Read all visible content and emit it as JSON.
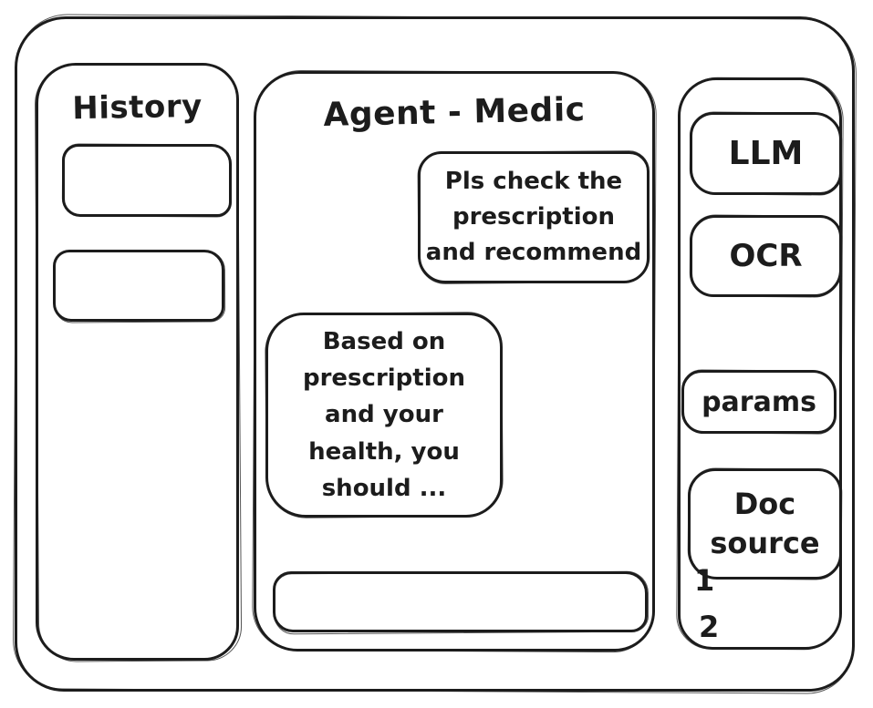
{
  "colors": {
    "stroke": "#1c1c1c",
    "background": "#ffffff"
  },
  "left_sidebar": {
    "title": "History",
    "items": [
      {
        "label": ""
      },
      {
        "label": ""
      }
    ]
  },
  "main": {
    "title": "Agent - Medic",
    "user_message": "Pls check the\nprescription\nand recommend",
    "agent_message": "Based on\nprescription\nand your\nhealth, you\nshould ...",
    "input_value": "",
    "input_placeholder": ""
  },
  "right_sidebar": {
    "llm_label": "LLM",
    "ocr_label": "OCR",
    "params_label": "params",
    "doc_source_label": "Doc\nsource",
    "doc_source_items": [
      "1",
      "2"
    ]
  }
}
